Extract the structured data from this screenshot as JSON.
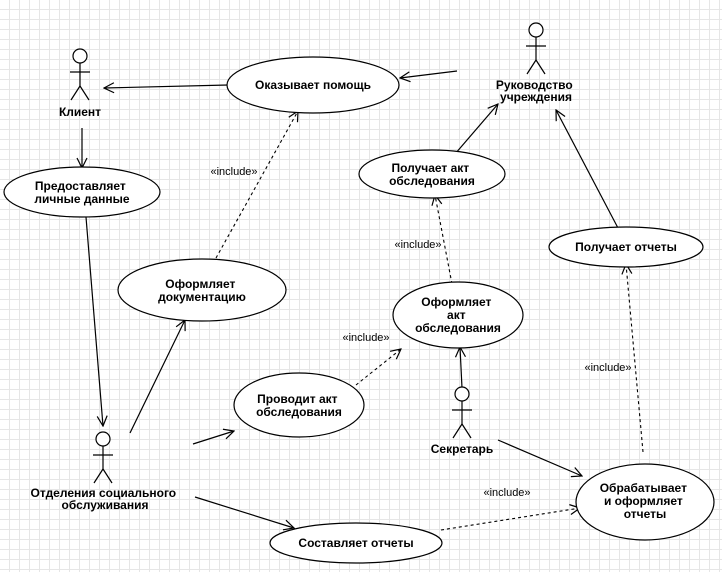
{
  "actors": {
    "client": "Клиент",
    "management": [
      "Руководство",
      "учреждения"
    ],
    "social_service": [
      "Отделения социального",
      "обслуживания"
    ],
    "secretary": "Секретарь"
  },
  "use_cases": {
    "provides_help": [
      "Оказывает помощь"
    ],
    "provides_personal_data": [
      "Предоставляет",
      "личные данные"
    ],
    "receives_act": [
      "Получает акт",
      "обследования"
    ],
    "receives_reports": [
      "Получает отчеты"
    ],
    "prepares_documentation": [
      "Оформляет",
      "документацию"
    ],
    "prepares_act": [
      "Оформляет",
      "акт",
      "обследования"
    ],
    "conducts_survey": [
      "Проводит акт",
      "обследования"
    ],
    "processes_reports": [
      "Обрабатывает",
      "и оформляет",
      "отчеты"
    ],
    "compiles_reports": [
      "Составляет отчеты"
    ]
  },
  "include_label": "«include»"
}
